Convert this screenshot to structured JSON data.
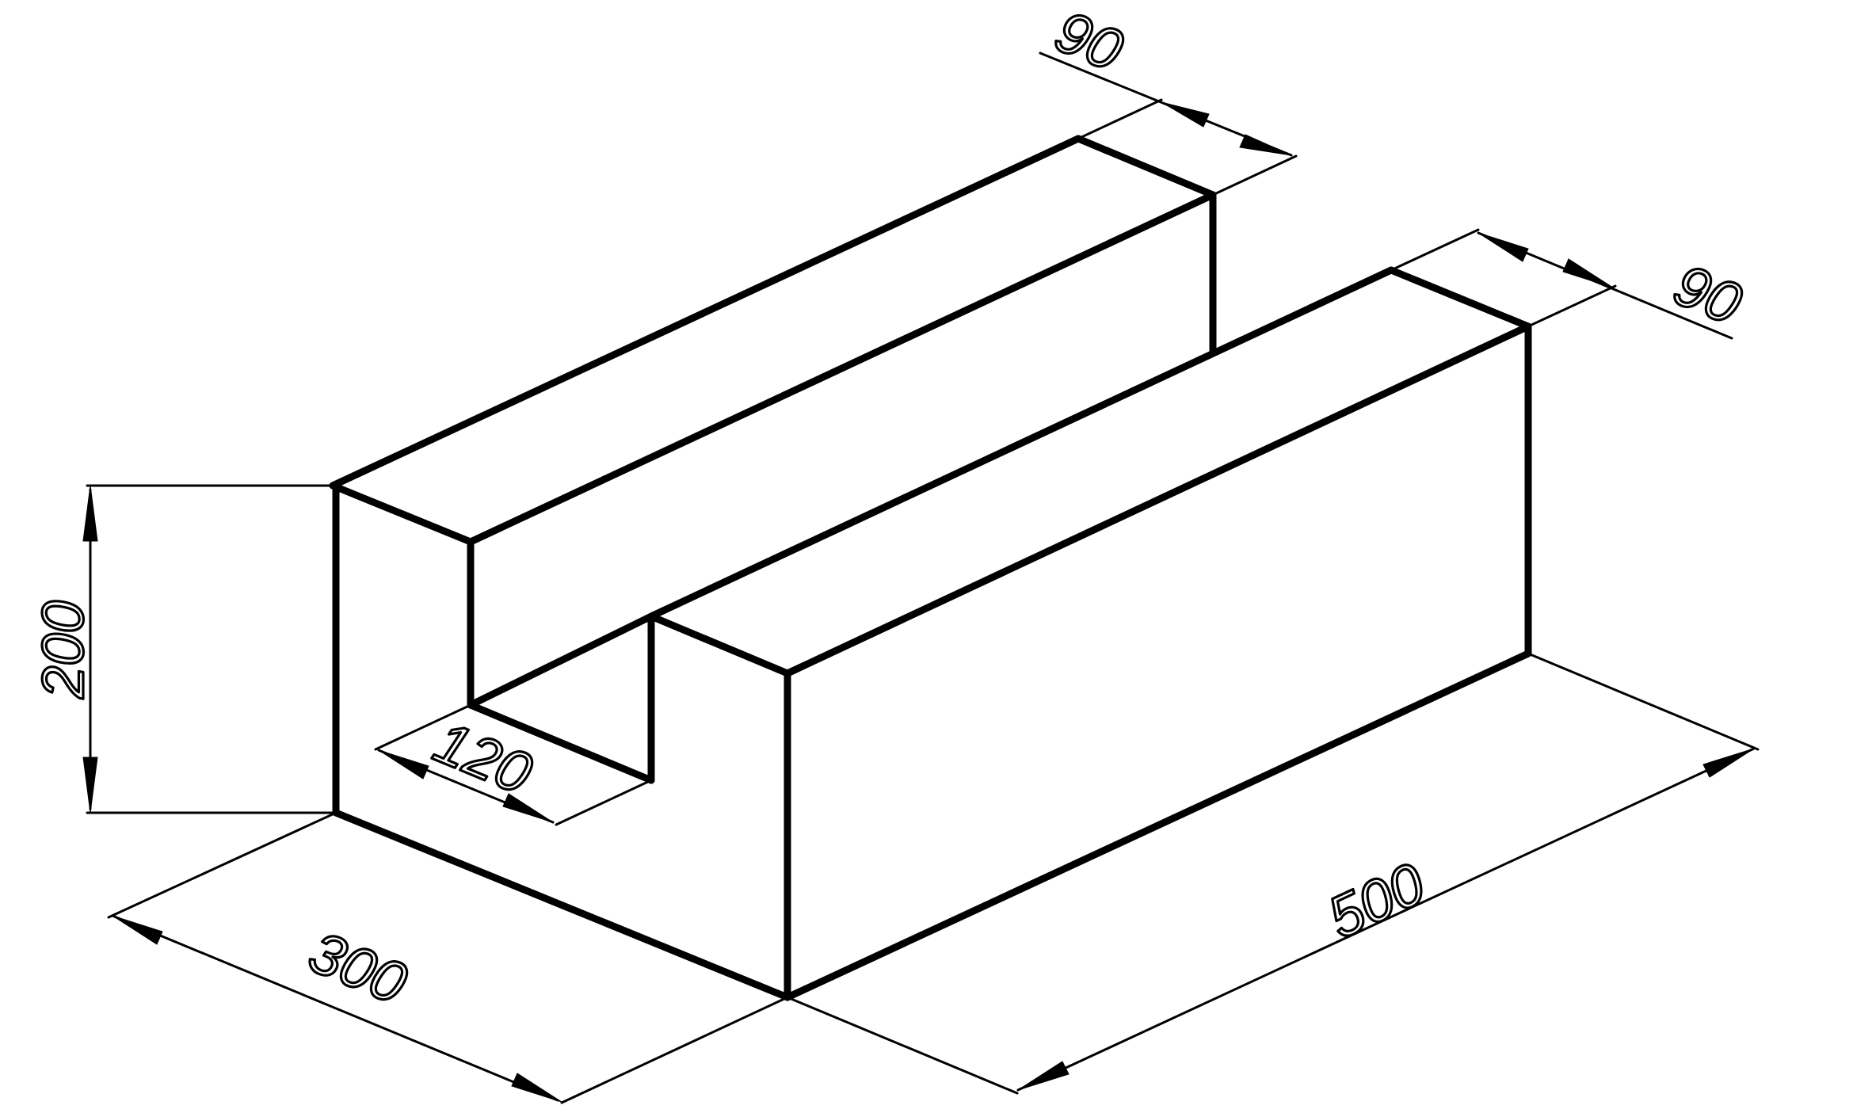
{
  "dimensions": {
    "height": "200",
    "depth": "300",
    "length": "500",
    "slot_width": "120",
    "back_wall_thickness": "90",
    "front_wall_thickness": "90"
  },
  "colors": {
    "line": "#000000",
    "background": "#ffffff"
  }
}
